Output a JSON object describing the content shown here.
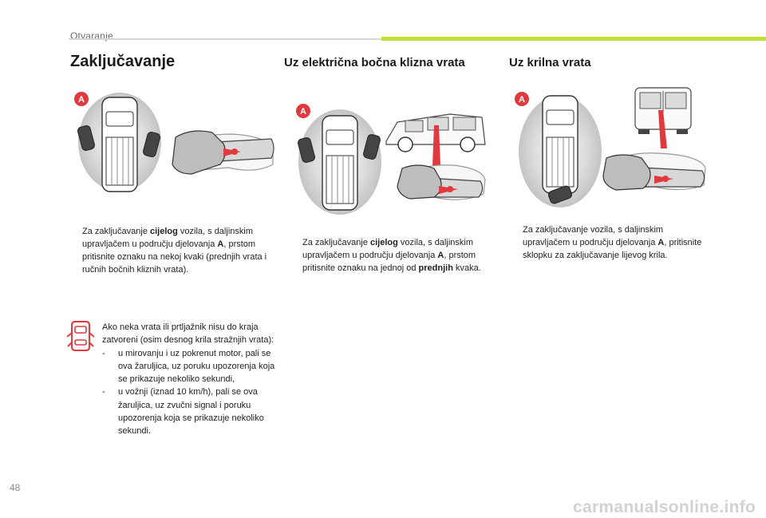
{
  "header": {
    "section": "Otvaranje"
  },
  "columns": [
    {
      "title": "Zaključavanje",
      "bullet": {
        "marker": "",
        "parts": [
          "Za zaključavanje ",
          "cijelog",
          " vozila, s daljinskim upravljačem u području djelovanja ",
          "A",
          ",",
          " prstom pritisnite oznaku na nekoj kvaki (prednjih vrata i ručnih bočnih kliznih vrata)."
        ]
      }
    },
    {
      "title": "Uz električna bočna klizna vrata",
      "bullet": {
        "marker": "",
        "parts": [
          "Za zaključavanje ",
          "cijelog",
          " vozila, s daljinskim upravljačem u području djelovanja ",
          "A",
          ",",
          " prstom pritisnite oznaku na jednoj od ",
          "prednjih",
          " kvaka."
        ]
      }
    },
    {
      "title": "Uz krilna vrata",
      "bullet": {
        "marker": "",
        "parts": [
          "Za zaključavanje vozila, s daljinskim upravljačem u području djelovanja ",
          "A",
          ",",
          " pritisnite sklopku za zaključavanje lijevog krila."
        ]
      }
    }
  ],
  "zone_label": "A",
  "note": {
    "lead": "Ako neka vrata ili prtljažnik nisu do kraja zatvoreni (osim desnog krila stražnjih vrata):",
    "items": [
      {
        "dash": "-",
        "text": "u mirovanju i uz pokrenut motor, pali se ova žaruljica, uz poruku upozorenja koja se prikazuje nekoliko sekundi,"
      },
      {
        "dash": "-",
        "text": "u vožnji (iznad 10 km/h), pali se ova žaruljica, uz zvučni signal i poruku upozorenja koja se prikazuje nekoliko sekundi."
      }
    ]
  },
  "footer": {
    "page_number": "48",
    "watermark": "carmanualsonline.info"
  },
  "colors": {
    "accent_green": "#bfe138",
    "zone_red": "#e03a3e",
    "zone_grey": "#c9c9c9",
    "warning_red": "#e03a3e"
  }
}
